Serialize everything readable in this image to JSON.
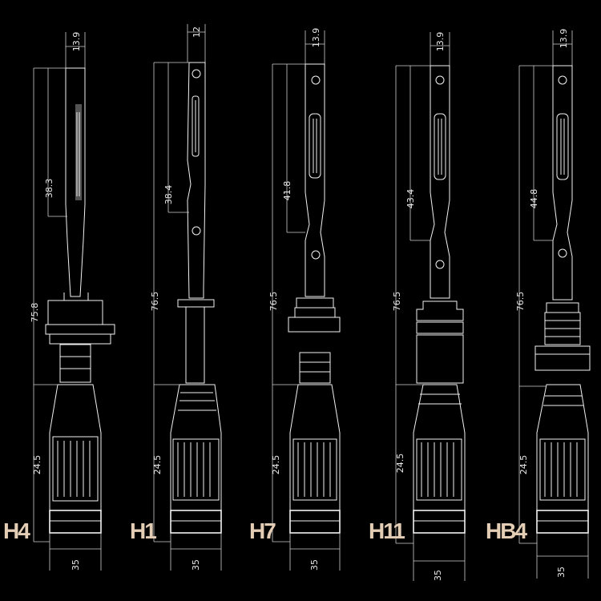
{
  "bulbs": [
    {
      "model": "H4",
      "top_width": "13.9",
      "overall_length": "75.8",
      "upper_length": "38.3",
      "base_height": "24.5",
      "base_width": "35"
    },
    {
      "model": "H1",
      "top_width": "12",
      "overall_length": "76.5",
      "upper_length": "38.4",
      "base_height": "24.5",
      "base_width": "35"
    },
    {
      "model": "H7",
      "top_width": "13.9",
      "overall_length": "76.5",
      "upper_length": "41.8",
      "base_height": "24.5",
      "base_width": "35"
    },
    {
      "model": "H11",
      "top_width": "13.9",
      "overall_length": "76.5",
      "upper_length": "43.4",
      "base_height": "24.5",
      "base_width": "35"
    },
    {
      "model": "HB4",
      "top_width": "13.9",
      "overall_length": "76.5",
      "upper_length": "44.8",
      "base_height": "24.5",
      "base_width": "35"
    }
  ],
  "colors": {
    "background": "#000000",
    "line": "#f2f2f2",
    "model_label": "#e3cdb4"
  }
}
